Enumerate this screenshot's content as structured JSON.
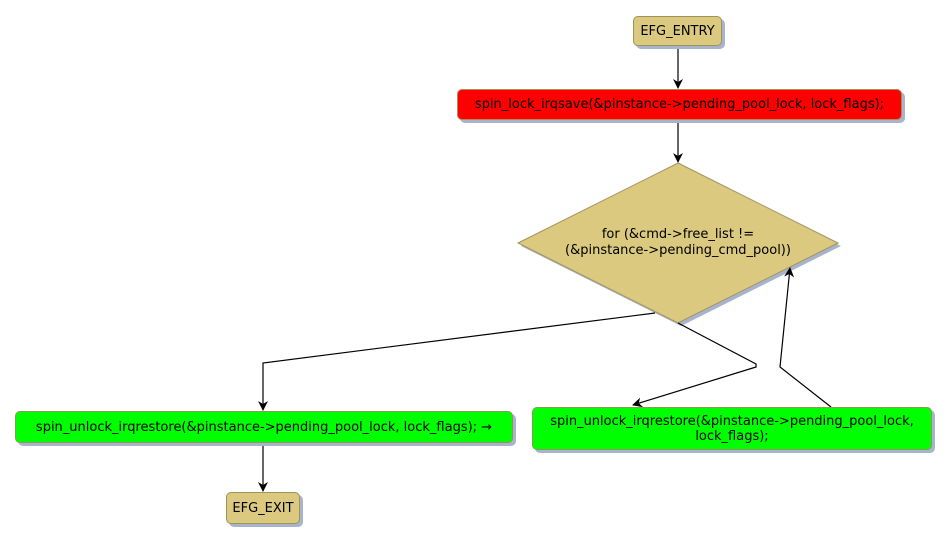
{
  "diagram": {
    "type": "flowchart",
    "colors": {
      "terminal": "#dac97f",
      "lock": "#ff0000",
      "unlock": "#00ff00",
      "decision": "#dac97f",
      "shadow": "#a8b4cc",
      "edge": "#000000"
    },
    "nodes": {
      "entry": {
        "label": "EFG_ENTRY"
      },
      "lock": {
        "label": "spin_lock_irqsave(&pinstance->pending_pool_lock, lock_flags);"
      },
      "loop": {
        "line1": "for (&cmd->free_list !=",
        "line2": "(&pinstance->pending_cmd_pool))"
      },
      "unlock_exit": {
        "label": "spin_unlock_irqrestore(&pinstance->pending_pool_lock, lock_flags); →"
      },
      "unlock_body": {
        "line1": "spin_unlock_irqrestore(&pinstance->pending_pool_lock,",
        "line2": "lock_flags);"
      },
      "exit": {
        "label": "EFG_EXIT"
      }
    },
    "edges": [
      {
        "from": "entry",
        "to": "lock"
      },
      {
        "from": "lock",
        "to": "loop"
      },
      {
        "from": "loop",
        "to": "unlock_exit"
      },
      {
        "from": "loop",
        "to": "unlock_body"
      },
      {
        "from": "unlock_body",
        "to": "loop"
      },
      {
        "from": "unlock_exit",
        "to": "exit"
      }
    ]
  }
}
